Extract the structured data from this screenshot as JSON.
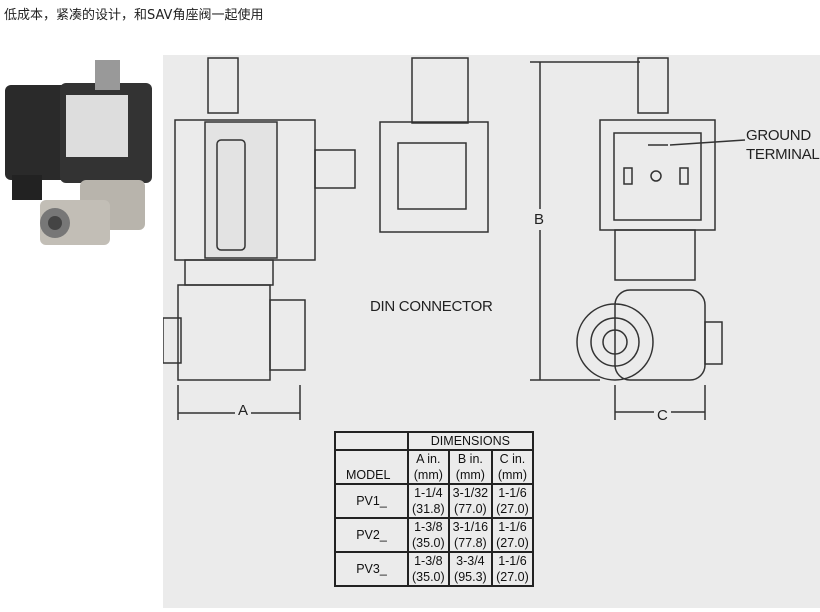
{
  "caption": "低成本，紧凑的设计，和SAV角座阀一起使用",
  "labels": {
    "din": "DIN CONNECTOR",
    "ground": "GROUND",
    "terminal": "TERMINAL",
    "a": "A",
    "b": "B",
    "c": "C"
  },
  "table": {
    "model_header": "MODEL",
    "dimensions_header": "DIMENSIONS",
    "col_headers": [
      [
        "A in.",
        "(mm)"
      ],
      [
        "B in.",
        "(mm)"
      ],
      [
        "C in.",
        "(mm)"
      ]
    ],
    "rows": [
      {
        "model": "PV1_",
        "a": [
          "1-1/4",
          "(31.8)"
        ],
        "b": [
          "3-1/32",
          "(77.0)"
        ],
        "c": [
          "1-1/6",
          "(27.0)"
        ]
      },
      {
        "model": "PV2_",
        "a": [
          "1-3/8",
          "(35.0)"
        ],
        "b": [
          "3-1/16",
          "(77.8)"
        ],
        "c": [
          "1-1/6",
          "(27.0)"
        ]
      },
      {
        "model": "PV3_",
        "a": [
          "1-3/8",
          "(35.0)"
        ],
        "b": [
          "3-3/4",
          "(95.3)"
        ],
        "c": [
          "1-1/6",
          "(27.0)"
        ]
      }
    ]
  }
}
